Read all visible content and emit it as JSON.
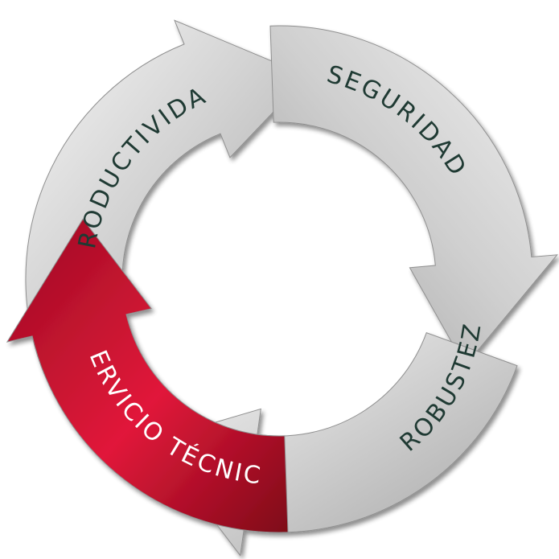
{
  "diagram": {
    "type": "cycle",
    "segments": [
      {
        "label": "PRODUCTIVIDAD",
        "style": "silver",
        "text_color": "#1f3a33",
        "fill_from": "#f4f4f4",
        "fill_to": "#a9a9a9"
      },
      {
        "label": "SEGURIDAD",
        "style": "silver",
        "text_color": "#1f3a33",
        "fill_from": "#f4f4f4",
        "fill_to": "#a9a9a9"
      },
      {
        "label": "ROBUSTEZ",
        "style": "silver",
        "text_color": "#1f3a33",
        "fill_from": "#f4f4f4",
        "fill_to": "#a9a9a9"
      },
      {
        "label": "SERVICIO TÉCNICO",
        "style": "red",
        "text_color": "#ffffff",
        "fill_from": "#e0193a",
        "fill_to": "#8a0a1e"
      }
    ]
  }
}
